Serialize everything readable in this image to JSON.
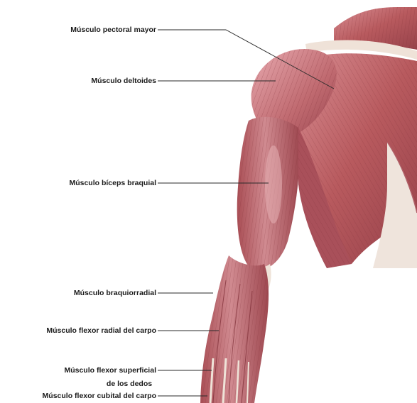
{
  "labels": {
    "pectoral": "Músculo pectoral mayor",
    "deltoides": "Músculo deltoides",
    "biceps": "Músculo bíceps braquial",
    "braquiorradial": "Músculo braquiorradial",
    "flexor_radial": "Músculo flexor radial del carpo",
    "flexor_superficial_1": "Músculo flexor superficial",
    "flexor_superficial_2": "de los dedos",
    "flexor_cubital": "Músculo flexor cubital del carpo"
  },
  "colors": {
    "muscle": "#b85a5e",
    "muscle_dark": "#8e3a40",
    "muscle_light": "#d8959a",
    "tendon": "#efe7dc",
    "leader_line": "#2a2a2a",
    "background": "#ffffff"
  }
}
